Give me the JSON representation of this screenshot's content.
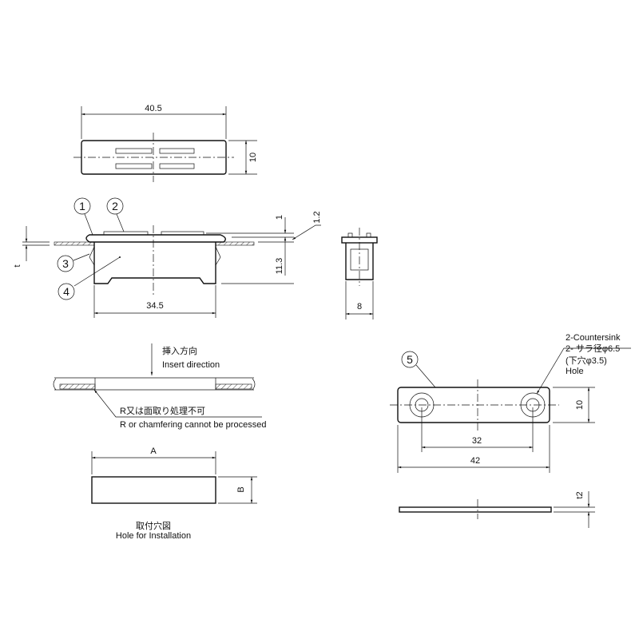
{
  "drawing": {
    "top_view": {
      "width_dim": "40.5",
      "height_dim": "10"
    },
    "side_view": {
      "callouts": [
        "1",
        "2",
        "3",
        "4"
      ],
      "thickness_label": "t",
      "dim_flange": "1",
      "dim_sheet": "1.2",
      "dim_height": "11.3",
      "dim_body_width": "34.5"
    },
    "end_view": {
      "width_dim": "8"
    },
    "insertion": {
      "direction_jp": "挿入方向",
      "direction_en": "Insert direction",
      "note_jp": "R又は面取り処理不可",
      "note_en": "R or chamfering cannot be processed"
    },
    "hole": {
      "dim_a": "A",
      "dim_b": "B",
      "title_jp": "取付穴図",
      "title_en": "Hole for Installation"
    },
    "plate": {
      "callout": "5",
      "note_line1": "2-Countersink",
      "note_line2": "2- サラ径φ6.5",
      "note_line3": "(下穴φ3.5)",
      "note_line4": "Hole",
      "dim_hole_pitch": "32",
      "dim_length": "42",
      "dim_height": "10",
      "dim_thickness": "t2"
    }
  }
}
